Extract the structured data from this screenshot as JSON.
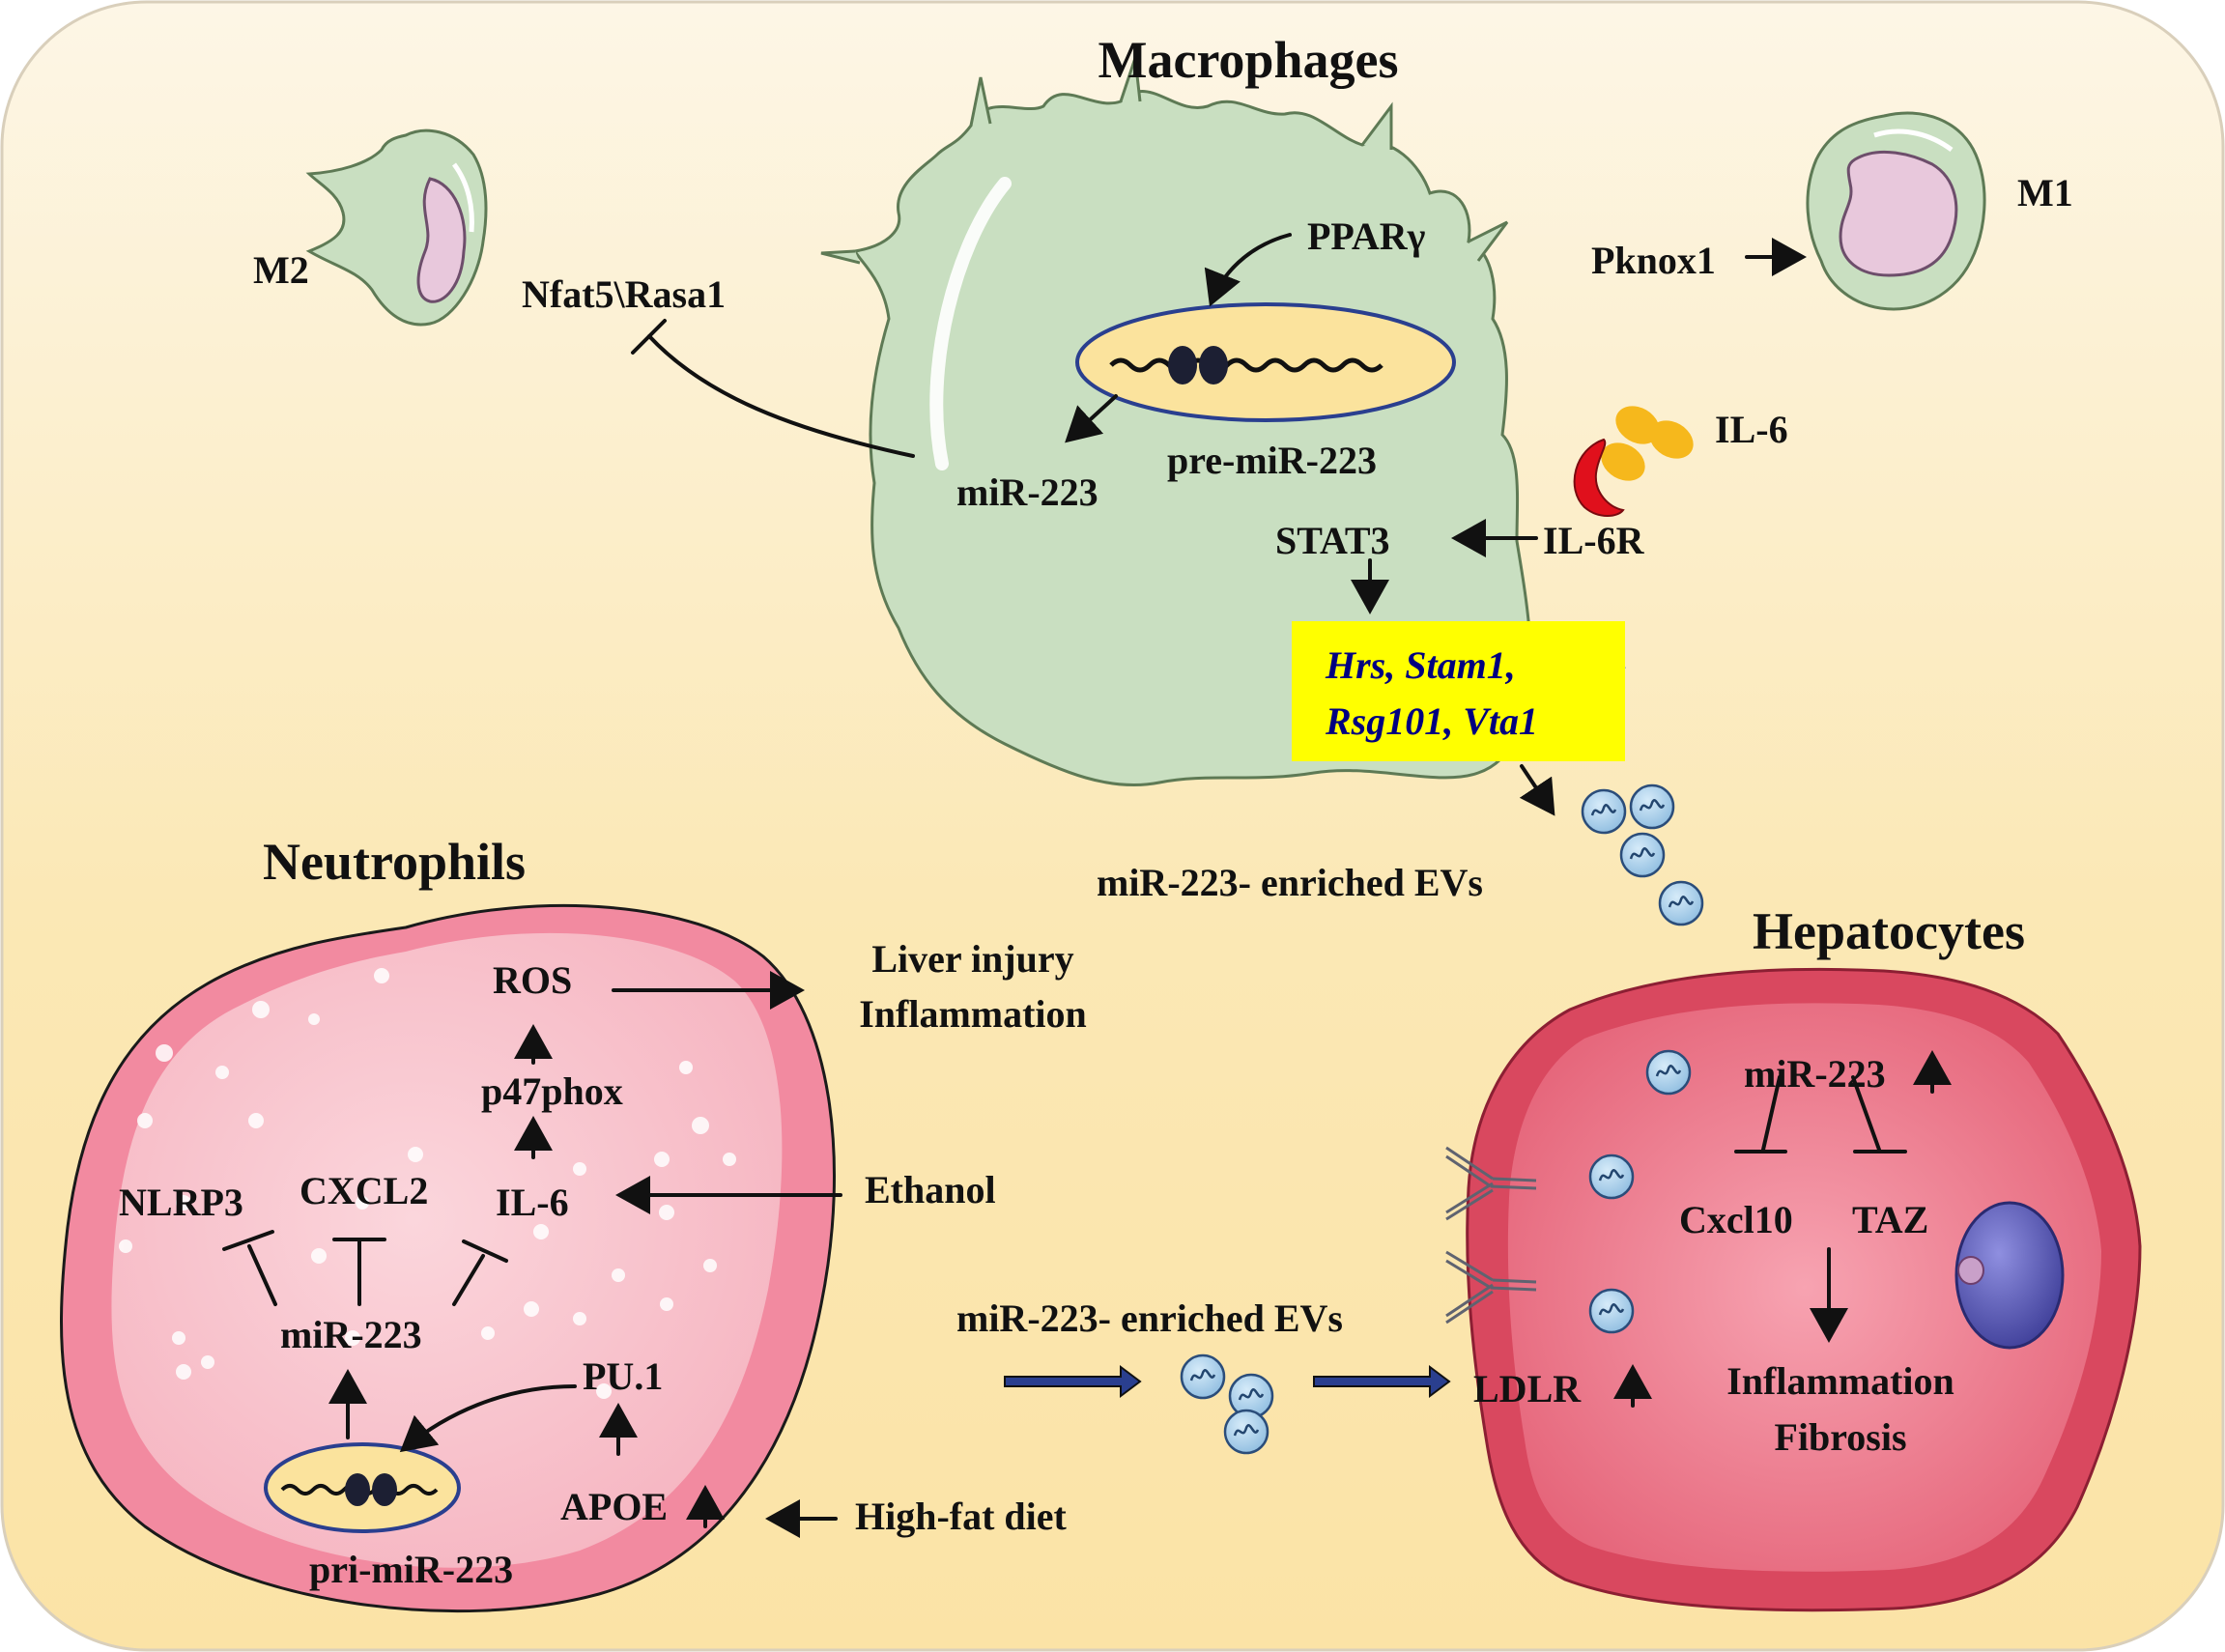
{
  "titles": {
    "macrophages": "Macrophages",
    "neutrophils": "Neutrophils",
    "hepatocytes": "Hepatocytes"
  },
  "macrophage": {
    "m2": "M2",
    "m1": "M1",
    "nfat5_rasa1": "Nfat5\\Rasa1",
    "ppar_gamma": "PPARγ",
    "pknox1": "Pknox1",
    "mir223": "miR-223",
    "pre_mir223": "pre-miR-223",
    "il6": "IL-6",
    "stat3": "STAT3",
    "il6r": "IL-6R",
    "escrt_line1": "Hrs, Stam1,",
    "escrt_line2": "Rsg101, Vta1",
    "evs": "miR-223- enriched EVs"
  },
  "neutrophil": {
    "ros": "ROS",
    "liver_injury": "Liver injury",
    "inflammation": "Inflammation",
    "p47phox": "p47phox",
    "nlrp3": "NLRP3",
    "cxcl2": "CXCL2",
    "il6": "IL-6",
    "ethanol": "Ethanol",
    "mir223": "miR-223",
    "pu1": "PU.1",
    "apoe": "APOE",
    "high_fat_diet": "High-fat diet",
    "pri_mir223": "pri-miR-223"
  },
  "hepatocyte": {
    "evs": "miR-223- enriched EVs",
    "mir223": "miR-223",
    "cxcl10": "Cxcl10",
    "taz": "TAZ",
    "ldlr": "LDLR",
    "inflammation": "Inflammation",
    "fibrosis": "Fibrosis"
  },
  "colors": {
    "background_top": "#fdf6e6",
    "background_bottom": "#fbe4a8",
    "macrophage_fill": "#c9dfc1",
    "nucleus_fill": "#fbe39d",
    "nucleus_stroke": "#2a3f8f",
    "neutrophil_outer": "#f28aa0",
    "neutrophil_inner": "#f9c9d2",
    "hepatocyte_outer": "#d9485f",
    "hepatocyte_inner": "#ef7d8f",
    "hepatocyte_nucleus": "#5b5bb0",
    "il6_ligand": "#f6b81c",
    "il6_receptor": "#e0101c",
    "vesicle": "#a9cde9",
    "escrt_box": "#ffff00",
    "escrt_text": "#000080",
    "escrt_arrow": "#1a33cc"
  }
}
